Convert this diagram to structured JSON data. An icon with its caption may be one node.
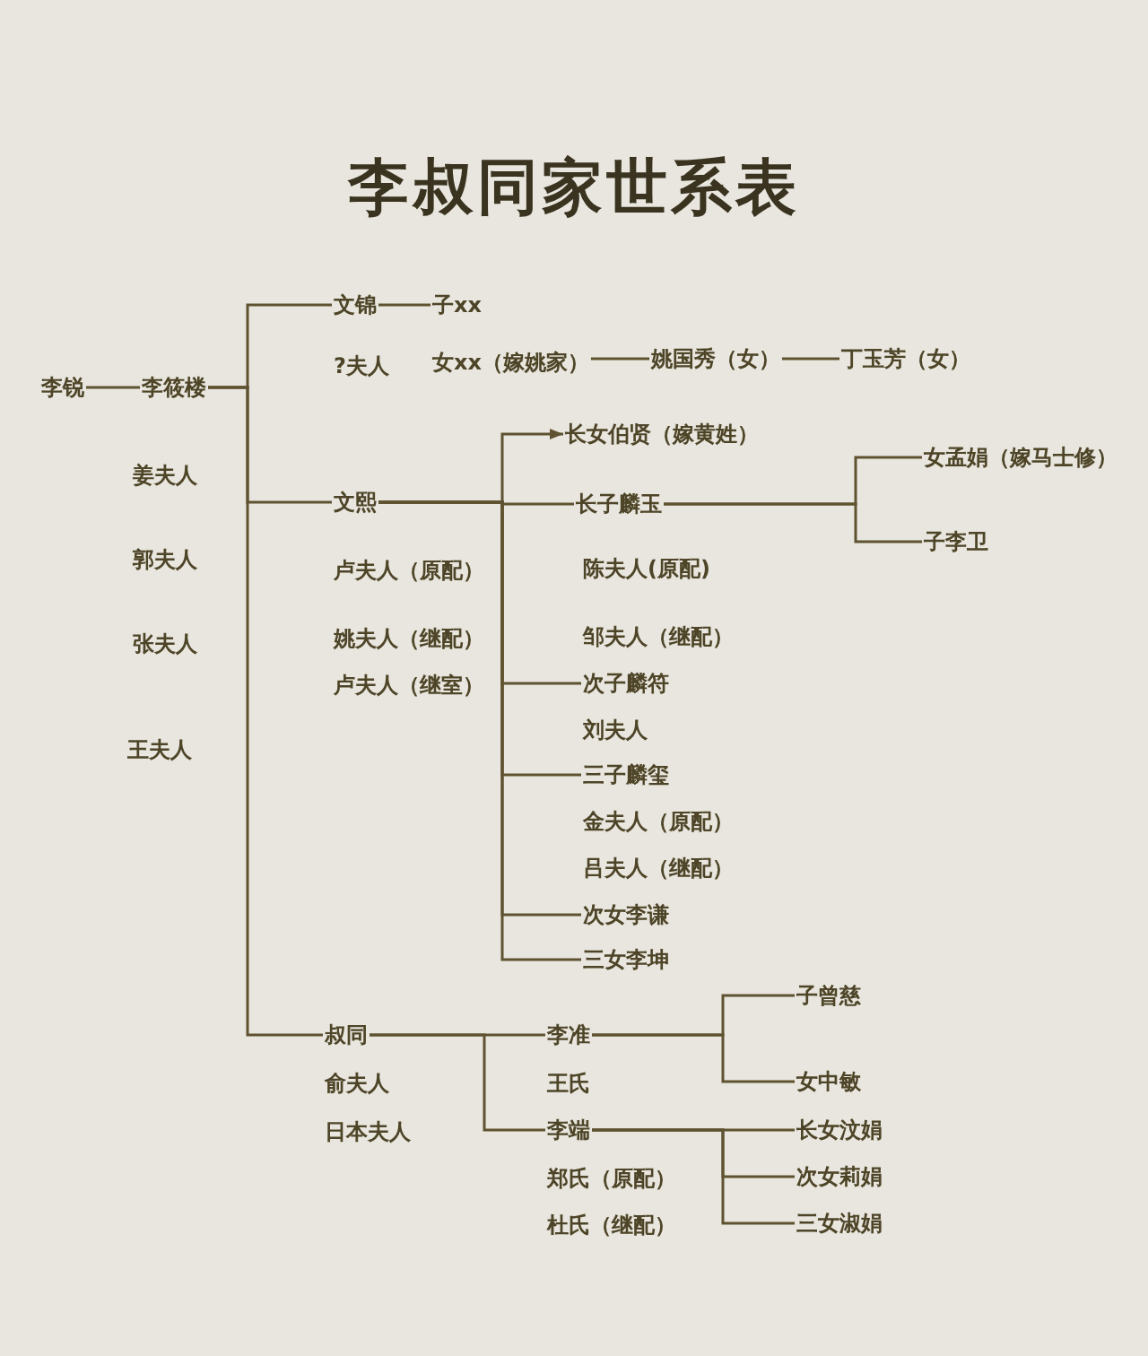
{
  "diagram": {
    "title": "李叔同家世系表",
    "nodes": [
      {
        "text": [
          "李锐"
        ]
      },
      {
        "text": [
          "李筱楼"
        ]
      },
      {
        "text": [
          "文锦"
        ]
      },
      {
        "text": [
          "子xx"
        ]
      },
      {
        "text": [
          "女xx（嫁姚家）"
        ]
      },
      {
        "text": [
          "姚国秀（女）"
        ]
      },
      {
        "text": [
          "丁玉芳（女）"
        ]
      },
      {
        "text": [
          "文熙"
        ]
      },
      {
        "text": [
          "长女伯贤（嫁黄姓）"
        ]
      },
      {
        "text": [
          "长子麟玉"
        ]
      },
      {
        "text": [
          "女孟娟（嫁马士修）"
        ]
      },
      {
        "text": [
          "子李卫"
        ]
      },
      {
        "text": [
          "次子麟符"
        ]
      },
      {
        "text": [
          "三子麟玺"
        ]
      },
      {
        "text": [
          "次女李谦"
        ]
      },
      {
        "text": [
          "三女李坤"
        ]
      },
      {
        "text": [
          "叔同"
        ]
      },
      {
        "text": [
          "李准"
        ]
      },
      {
        "text": [
          "子曾慈"
        ]
      },
      {
        "text": [
          "女中敏"
        ]
      },
      {
        "text": [
          "李端"
        ]
      },
      {
        "text": [
          "长女汶娟"
        ]
      },
      {
        "text": [
          "次女莉娟"
        ]
      },
      {
        "text": [
          "三女淑娟"
        ]
      }
    ],
    "edges": [
      {
        "from": 0,
        "to": 1,
        "arrow": "none"
      },
      {
        "from": 1,
        "to": 2,
        "arrow": "none"
      },
      {
        "from": 1,
        "to": 7,
        "arrow": "none"
      },
      {
        "from": 1,
        "to": 16,
        "arrow": "none"
      },
      {
        "from": 2,
        "to": 3,
        "arrow": "none"
      },
      {
        "from": 4,
        "to": 5,
        "arrow": "none"
      },
      {
        "from": 5,
        "to": 6,
        "arrow": "none"
      },
      {
        "from": 7,
        "to": 8,
        "arrow": "to"
      },
      {
        "from": 7,
        "to": 9,
        "arrow": "none"
      },
      {
        "from": 7,
        "to": 12,
        "arrow": "none"
      },
      {
        "from": 7,
        "to": 13,
        "arrow": "none"
      },
      {
        "from": 7,
        "to": 14,
        "arrow": "none"
      },
      {
        "from": 7,
        "to": 15,
        "arrow": "none"
      },
      {
        "from": 9,
        "to": 10,
        "arrow": "none"
      },
      {
        "from": 9,
        "to": 11,
        "arrow": "none"
      },
      {
        "from": 16,
        "to": 17,
        "arrow": "none"
      },
      {
        "from": 16,
        "to": 20,
        "arrow": "none"
      },
      {
        "from": 17,
        "to": 18,
        "arrow": "none"
      },
      {
        "from": 17,
        "to": 19,
        "arrow": "none"
      },
      {
        "from": 20,
        "to": 21,
        "arrow": "none"
      },
      {
        "from": 20,
        "to": 22,
        "arrow": "none"
      },
      {
        "from": 20,
        "to": 23,
        "arrow": "none"
      }
    ],
    "labels": [
      "?夫人",
      "姜夫人",
      "郭夫人",
      "卢夫人（原配）",
      "陈夫人(原配)",
      "张夫人",
      "姚夫人（继配）",
      "邹夫人（继配）",
      "卢夫人（继室）",
      "刘夫人",
      "王夫人",
      "金夫人（原配）",
      "吕夫人（继配）",
      "俞夫人",
      "王氏",
      "日本夫人",
      "郑氏（原配）",
      "杜氏（继配）"
    ]
  }
}
